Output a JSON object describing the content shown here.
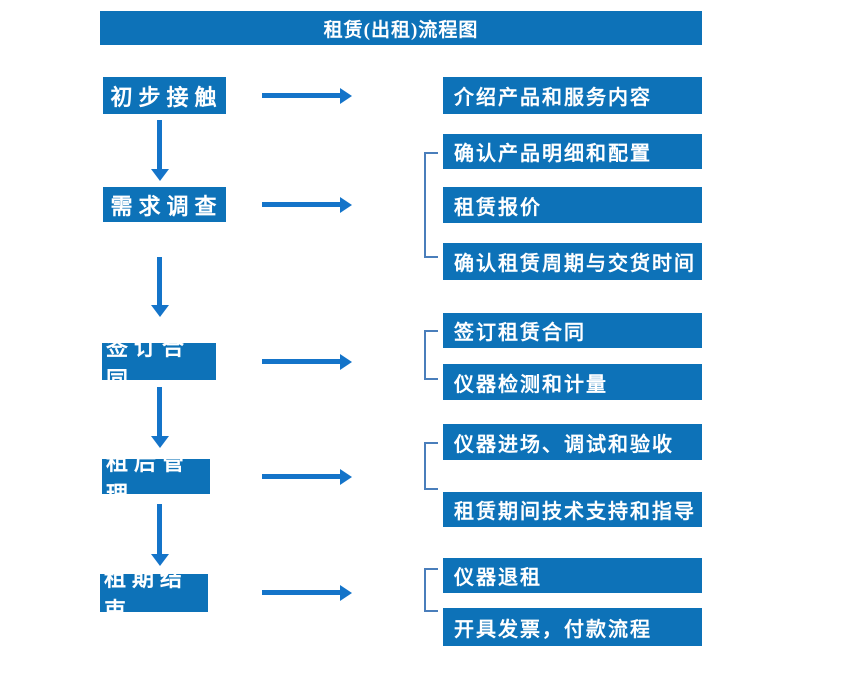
{
  "title": "租赁(出租)流程图",
  "colors": {
    "box-blue": "#0d72b8",
    "arrow-blue": "#1474c9",
    "bracket-blue": "#4a7ebb",
    "text-white": "#ffffff",
    "page-bg": "#ffffff"
  },
  "flow": [
    {
      "step": "初步接触",
      "details": [
        "介绍产品和服务内容"
      ]
    },
    {
      "step": "需求调查",
      "details": [
        "确认产品明细和配置",
        "租赁报价",
        "确认租赁周期与交货时间"
      ]
    },
    {
      "step": "签订合同",
      "details": [
        "签订租赁合同",
        "仪器检测和计量"
      ]
    },
    {
      "step": "租后管理",
      "details": [
        "仪器进场、调试和验收",
        "租赁期间技术支持和指导"
      ]
    },
    {
      "step": "租期结束",
      "details": [
        "仪器退租",
        "开具发票，付款流程"
      ]
    }
  ]
}
